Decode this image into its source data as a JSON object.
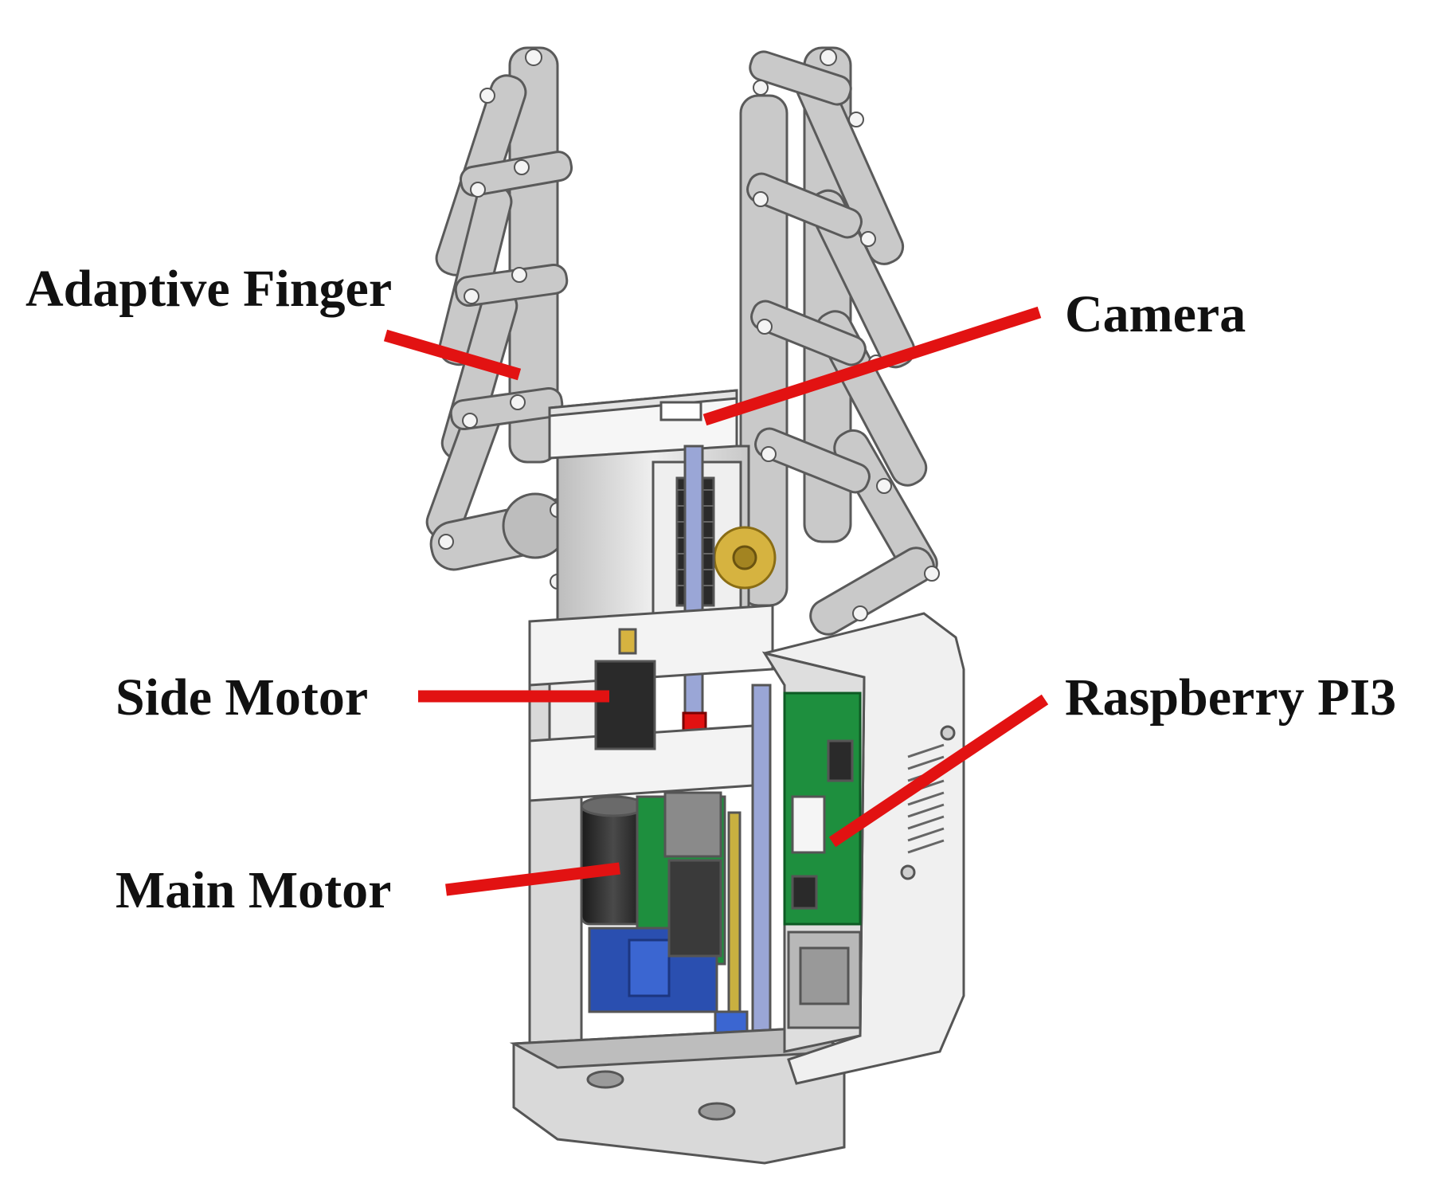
{
  "labels": {
    "adaptive_finger": "Adaptive Finger",
    "camera": "Camera",
    "side_motor": "Side Motor",
    "raspberry_pi": "Raspberry PI3",
    "main_motor": "Main Motor"
  },
  "colors": {
    "leader": "#e21212",
    "body": "#d9d9d9",
    "body_light": "#efefef",
    "body_dark": "#9a9a9a",
    "pcb_green": "#1e8f3e",
    "pcb_blue": "#2a4fb0",
    "gear_gold": "#d6b340",
    "rod_blue": "#9aa6d6",
    "motor_black": "#2a2a2a"
  }
}
